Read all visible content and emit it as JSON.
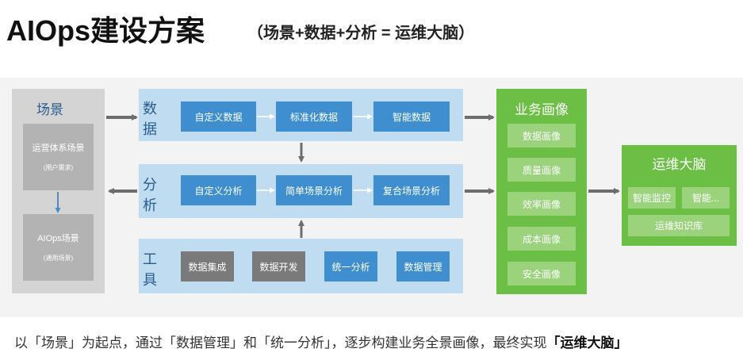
{
  "header": {
    "title": "AIOps建设方案",
    "subtitle": "（场景+数据+分析 = 运维大脑）"
  },
  "scene": {
    "label": "场景",
    "box1_title": "运营体系场景",
    "box1_sub": "(用户需求)",
    "box2_title": "AIOps场景",
    "box2_sub": "(通用场景)"
  },
  "data_row": {
    "label_1": "数",
    "label_2": "据",
    "items": [
      "自定义数据",
      "标准化数据",
      "智能数据"
    ]
  },
  "analysis_row": {
    "label_1": "分",
    "label_2": "析",
    "items": [
      "自定义分析",
      "简单场景分析",
      "复合场景分析"
    ]
  },
  "tools_row": {
    "label_1": "工",
    "label_2": "具",
    "items": [
      "数据集成",
      "数据开发",
      "统一分析",
      "数据管理"
    ]
  },
  "business": {
    "title": "业务画像",
    "items": [
      "数据画像",
      "质量画像",
      "效率画像",
      "成本画像",
      "安全画像"
    ]
  },
  "brain": {
    "title": "运维大脑",
    "item_1": "智能监控",
    "item_2": "智能...",
    "item_3": "运维知识库"
  },
  "footer": {
    "text_a": "以「场景」为起点，通过「数据管理」和「统一分析」，逐步构建业务全景画像，最终实现",
    "text_b": "「运维大脑」"
  },
  "colors": {
    "blue_box": "#3f8fd0",
    "blue_panel": "#bfdcf1",
    "green_panel": "#6cbf45",
    "gray_panel": "#d4d4d4",
    "arrow": "#6d6d6d"
  }
}
